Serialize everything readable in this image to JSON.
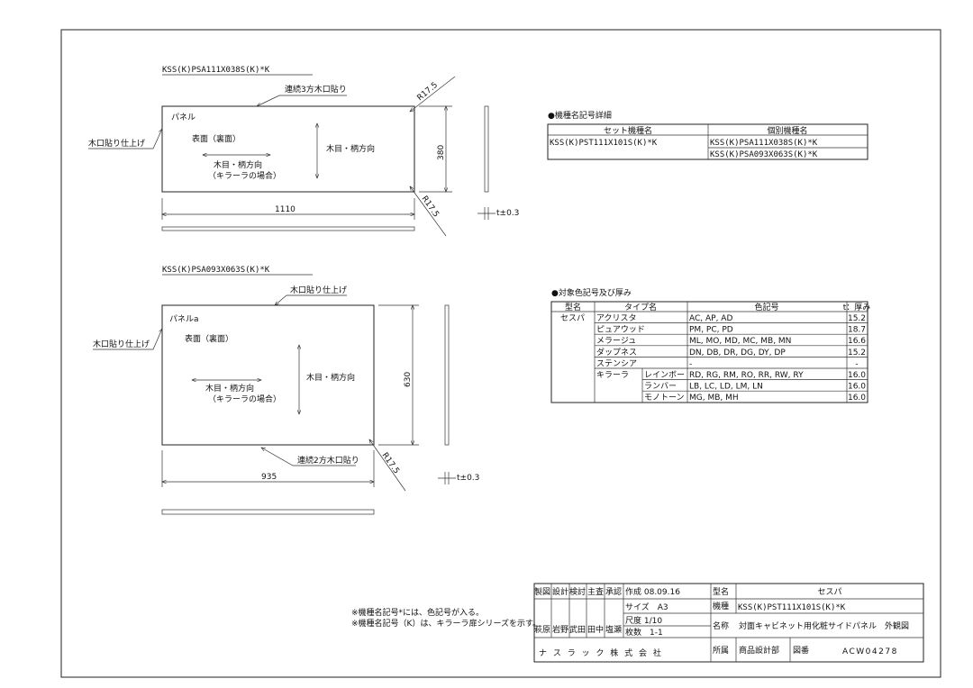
{
  "panel1": {
    "title": "KSS(K)PSA111X038S(K)*K",
    "edge_top": "連続3方木口貼り",
    "edge_left": "木口貼り仕上げ",
    "panel_label": "パネル",
    "surface": "表面（裏面）",
    "grain_h": "木目・柄方向",
    "grain_h_note": "（キラーラの場合）",
    "grain_v": "木目・柄方向",
    "width": "1110",
    "height": "380",
    "radius_top": "R17.5",
    "radius_bottom": "R17.5",
    "thickness": "t±0.3"
  },
  "panel2": {
    "title": "KSS(K)PSA093X063S(K)*K",
    "edge_top": "木口貼り仕上げ",
    "edge_left": "木口貼り仕上げ",
    "edge_bottom": "連続2方木口貼り",
    "panel_label": "パネルa",
    "surface": "表面（裏面）",
    "grain_h": "木目・柄方向",
    "grain_h_note": "（キラーラの場合）",
    "grain_v": "木目・柄方向",
    "width": "935",
    "height": "630",
    "radius": "R17.5",
    "thickness": "t±0.3"
  },
  "model_table": {
    "heading": "●機種名記号詳細",
    "headers": [
      "セット機種名",
      "個別機種名"
    ],
    "set_name": "KSS(K)PST111X101S(K)*K",
    "items": [
      "KSS(K)PSA111X038S(K)*K",
      "KSS(K)PSA093X063S(K)*K"
    ]
  },
  "color_table": {
    "heading": "●対象色記号及び厚み",
    "headers": [
      "型名",
      "タイプ名",
      "色記号",
      "t：厚み"
    ],
    "model": "セスパ",
    "rows": [
      {
        "type": "アクリスタ",
        "sub": "",
        "colors": "AC, AP, AD",
        "t": "15.2"
      },
      {
        "type": "ピュアウッド",
        "sub": "",
        "colors": "PM, PC, PD",
        "t": "18.7"
      },
      {
        "type": "メラージュ",
        "sub": "",
        "colors": "ML, MO, MD, MC, MB, MN",
        "t": "16.6"
      },
      {
        "type": "ダップネス",
        "sub": "",
        "colors": "DN, DB, DR, DG, DY, DP",
        "t": "15.2"
      },
      {
        "type": "ステンシア",
        "sub": "",
        "colors": "-",
        "t": "-"
      },
      {
        "type": "キラーラ",
        "sub": "レインボー",
        "colors": "RD, RG, RM, RO, RR, RW, RY",
        "t": "16.0"
      },
      {
        "type": "",
        "sub": "ランバー",
        "colors": "LB, LC, LD, LM, LN",
        "t": "16.0"
      },
      {
        "type": "",
        "sub": "モノトーン",
        "colors": "MG, MB, MH",
        "t": "16.0"
      }
    ]
  },
  "notes": [
    "※機種名記号*には、色記号が入る。",
    "※機種名記号（K）は、キラーラ扉シリーズを示す。"
  ],
  "title_block": {
    "roles": [
      "製図",
      "設計",
      "検討",
      "主査",
      "承認"
    ],
    "names": [
      "萩原",
      "岩野",
      "武田",
      "田中",
      "塩瀬"
    ],
    "created": "作成 08.09.16",
    "size": "サイズ　A3",
    "scale": "尺度 1/10",
    "sheets": "枚数　1-1",
    "model_label": "型名",
    "model_value": "セスパ",
    "kind_label": "機種",
    "kind_value": "KSS(K)PST111X101S(K)*K",
    "name_label": "名称",
    "name_value": "対面キャビネット用化粧サイドパネル　外観図",
    "company": "ナ ス ラ ッ ク 株 式 会 社",
    "dept_label": "所属",
    "dept_value": "商品設計部",
    "drawing_no_label": "図番",
    "drawing_no": "ACW04278"
  }
}
